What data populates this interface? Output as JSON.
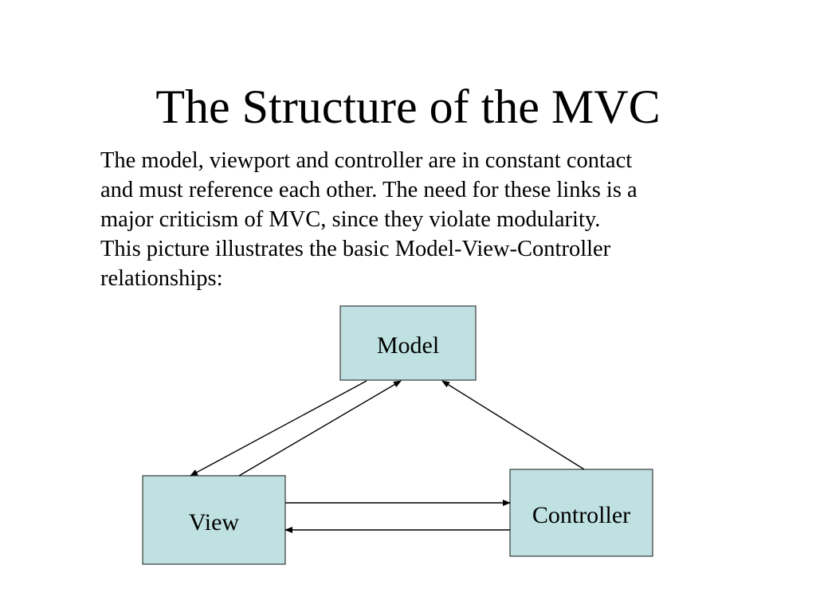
{
  "slide": {
    "title": "The Structure of the MVC",
    "body_lines": [
      "The model, viewport and controller are in constant contact",
      "and must reference each other. The need for these links is a",
      "major criticism of MVC, since they violate modularity.",
      "This picture illustrates the basic Model-View-Controller",
      "relationships:"
    ]
  },
  "diagram": {
    "box_fill_color": "#bfe1e1",
    "nodes": {
      "model": "Model",
      "view": "View",
      "controller": "Controller"
    },
    "edges": [
      {
        "from": "Model",
        "to": "View"
      },
      {
        "from": "View",
        "to": "Model"
      },
      {
        "from": "Controller",
        "to": "Model"
      },
      {
        "from": "View",
        "to": "Controller"
      },
      {
        "from": "Controller",
        "to": "View"
      }
    ]
  }
}
